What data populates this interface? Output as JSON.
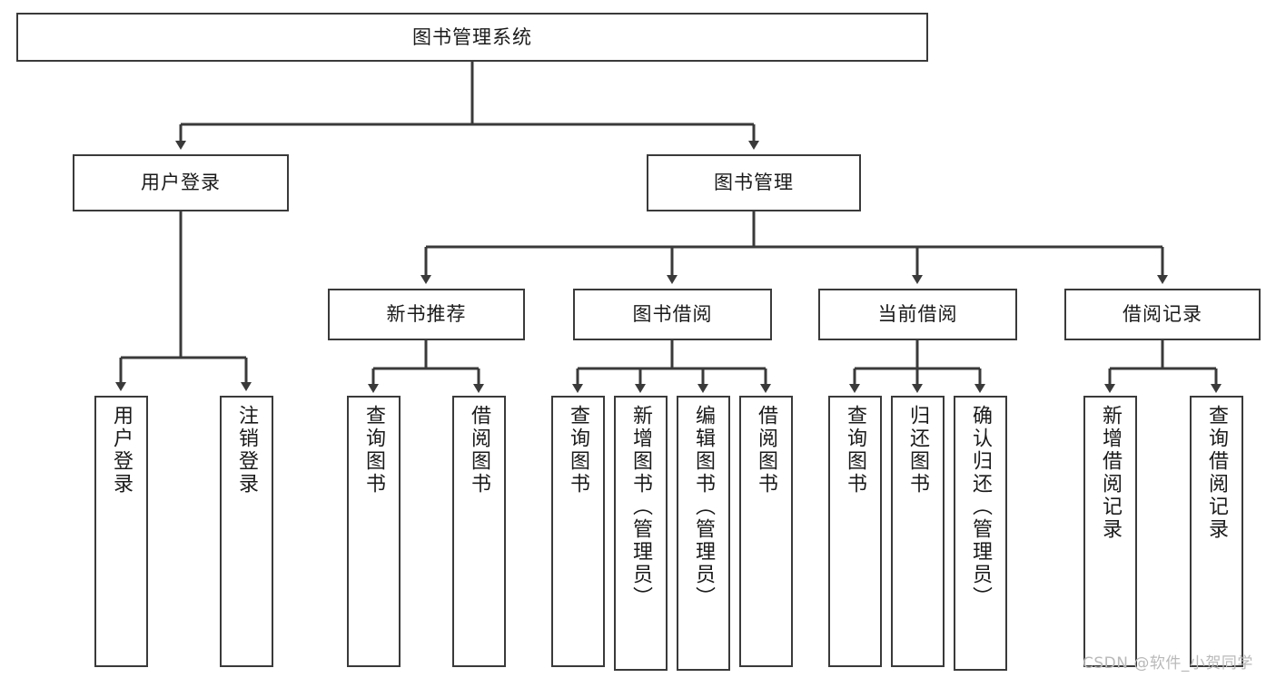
{
  "diagram": {
    "title": "图书管理系统",
    "type": "tree-hierarchy",
    "edge_color": "#3a3a3a",
    "box_border_color": "#3a3a3a",
    "box_fill_color": "#ffffff",
    "text_color": "#1a1a1a"
  },
  "nodes": {
    "root": {
      "label": "图书管理系统"
    },
    "level2": [
      {
        "label": "用户登录"
      },
      {
        "label": "图书管理"
      }
    ],
    "level3": [
      {
        "label": "新书推荐"
      },
      {
        "label": "图书借阅"
      },
      {
        "label": "当前借阅"
      },
      {
        "label": "借阅记录"
      }
    ],
    "leaves": {
      "user_login": [
        {
          "label": "用户登录"
        },
        {
          "label": "注销登录"
        }
      ],
      "new_book_recommend": [
        {
          "label": "查询图书"
        },
        {
          "label": "借阅图书"
        }
      ],
      "book_borrow": [
        {
          "label": "查询图书"
        },
        {
          "label": "新增图书（管理员）"
        },
        {
          "label": "编辑图书（管理员）"
        },
        {
          "label": "借阅图书"
        }
      ],
      "current_borrow": [
        {
          "label": "查询图书"
        },
        {
          "label": "归还图书"
        },
        {
          "label": "确认归还（管理员）"
        }
      ],
      "borrow_record": [
        {
          "label": "新增借阅记录"
        },
        {
          "label": "查询借阅记录"
        }
      ]
    }
  },
  "watermark": {
    "text": "CSDN @软件_小贺同学"
  }
}
